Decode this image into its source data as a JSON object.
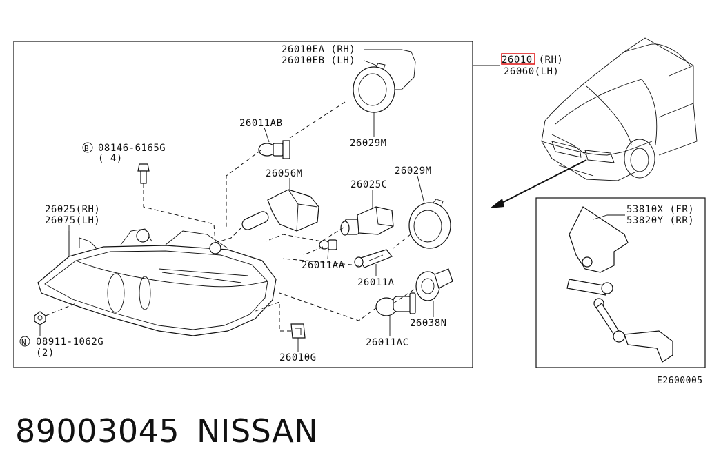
{
  "diagram": {
    "code": "E2600005",
    "assembly": {
      "rh_part": "26010",
      "rh_suffix": " (RH)",
      "lh": "26060(LH)"
    },
    "labels": {
      "bulb_unit_rh": "26010EA (RH)",
      "bulb_unit_lh": "26010EB (LH)",
      "bulb_26011ab": "26011AB",
      "cap_26029m_top": "26029M",
      "bolt_part": "08146-6165G",
      "bolt_qty": "( 4)",
      "bolt_circle": "B",
      "bulb_26056m": "26056M",
      "socket_26025c": "26025C",
      "cap_26029m_right": "26029M",
      "housing_rh": "26025(RH)",
      "housing_lh": "26075(LH)",
      "bulb_26011aa": "26011AA",
      "bulb_26011a": "26011A",
      "socket_26038n": "26038N",
      "nut_part": "08911-1062G",
      "nut_qty": "(2)",
      "nut_circle": "N",
      "bulb_26011ac": "26011AC",
      "clip_26010g": "26010G",
      "sensor_fr": "53810X (FR)",
      "sensor_rr": "53820Y (RR)"
    },
    "highlight_color": "#e02020"
  },
  "footer": {
    "part_number": "89003045",
    "brand": "NISSAN"
  }
}
